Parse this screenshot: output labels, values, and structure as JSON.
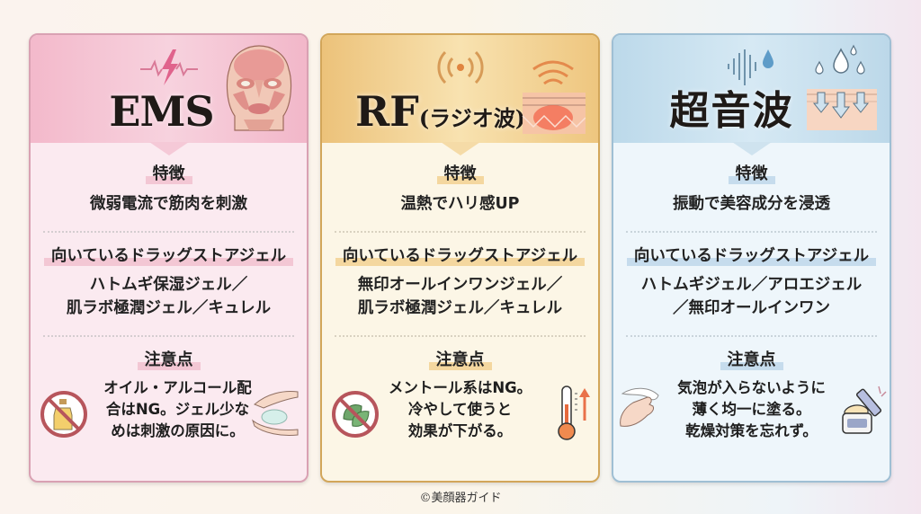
{
  "cards": [
    {
      "id": "ems",
      "title": "EMS",
      "title_sub": "",
      "header_icon": "heartbeat-lightning-icon",
      "side_icon": "face-muscles-icon",
      "feature_label": "特徴",
      "feature": "微弱電流で筋肉を刺激",
      "gel_label": "向いているドラッグストアジェル",
      "gels": [
        "ハトムギ保湿ジェル／",
        "肌ラボ極潤ジェル／キュレル"
      ],
      "caution_label": "注意点",
      "caution": [
        "オイル・アルコール配",
        "合はNG。ジェル少な",
        "めは刺激の原因に。"
      ],
      "caution_icon_left": "no-oil-bottle-icon",
      "caution_icon_right": "hands-gel-icon",
      "accent": "#f3b9cb"
    },
    {
      "id": "rf",
      "title": "RF",
      "title_sub": "(ラジオ波)",
      "header_icon": "radio-wave-icon",
      "side_icon": "skin-heat-icon",
      "feature_label": "特徴",
      "feature": "温熱でハリ感UP",
      "gel_label": "向いているドラッグストアジェル",
      "gels": [
        "無印オールインワンジェル／",
        "肌ラボ極潤ジェル／キュレル"
      ],
      "caution_label": "注意点",
      "caution": [
        "メントール系はNG。",
        "冷やして使うと",
        "効果が下がる。"
      ],
      "caution_icon_left": "no-menthol-leaf-icon",
      "caution_icon_right": "thermometer-up-icon",
      "accent": "#ecc27a"
    },
    {
      "id": "us",
      "title": "超音波",
      "title_sub": "",
      "header_icon": "sound-wave-drop-icon",
      "side_icon": "skin-penetration-icon",
      "feature_label": "特徴",
      "feature": "振動で美容成分を浸透",
      "gel_label": "向いているドラッグストアジェル",
      "gels": [
        "ハトムギジェル／アロエジェル",
        "／無印オールインワン"
      ],
      "caution_label": "注意点",
      "caution": [
        "気泡が入らないように",
        "薄く均一に塗る。",
        "乾燥対策を忘れず。"
      ],
      "caution_icon_left": "hand-spreading-icon",
      "caution_icon_right": "cream-jar-icon",
      "accent": "#bcd9ea"
    }
  ],
  "footer": "©美顔器ガイド"
}
